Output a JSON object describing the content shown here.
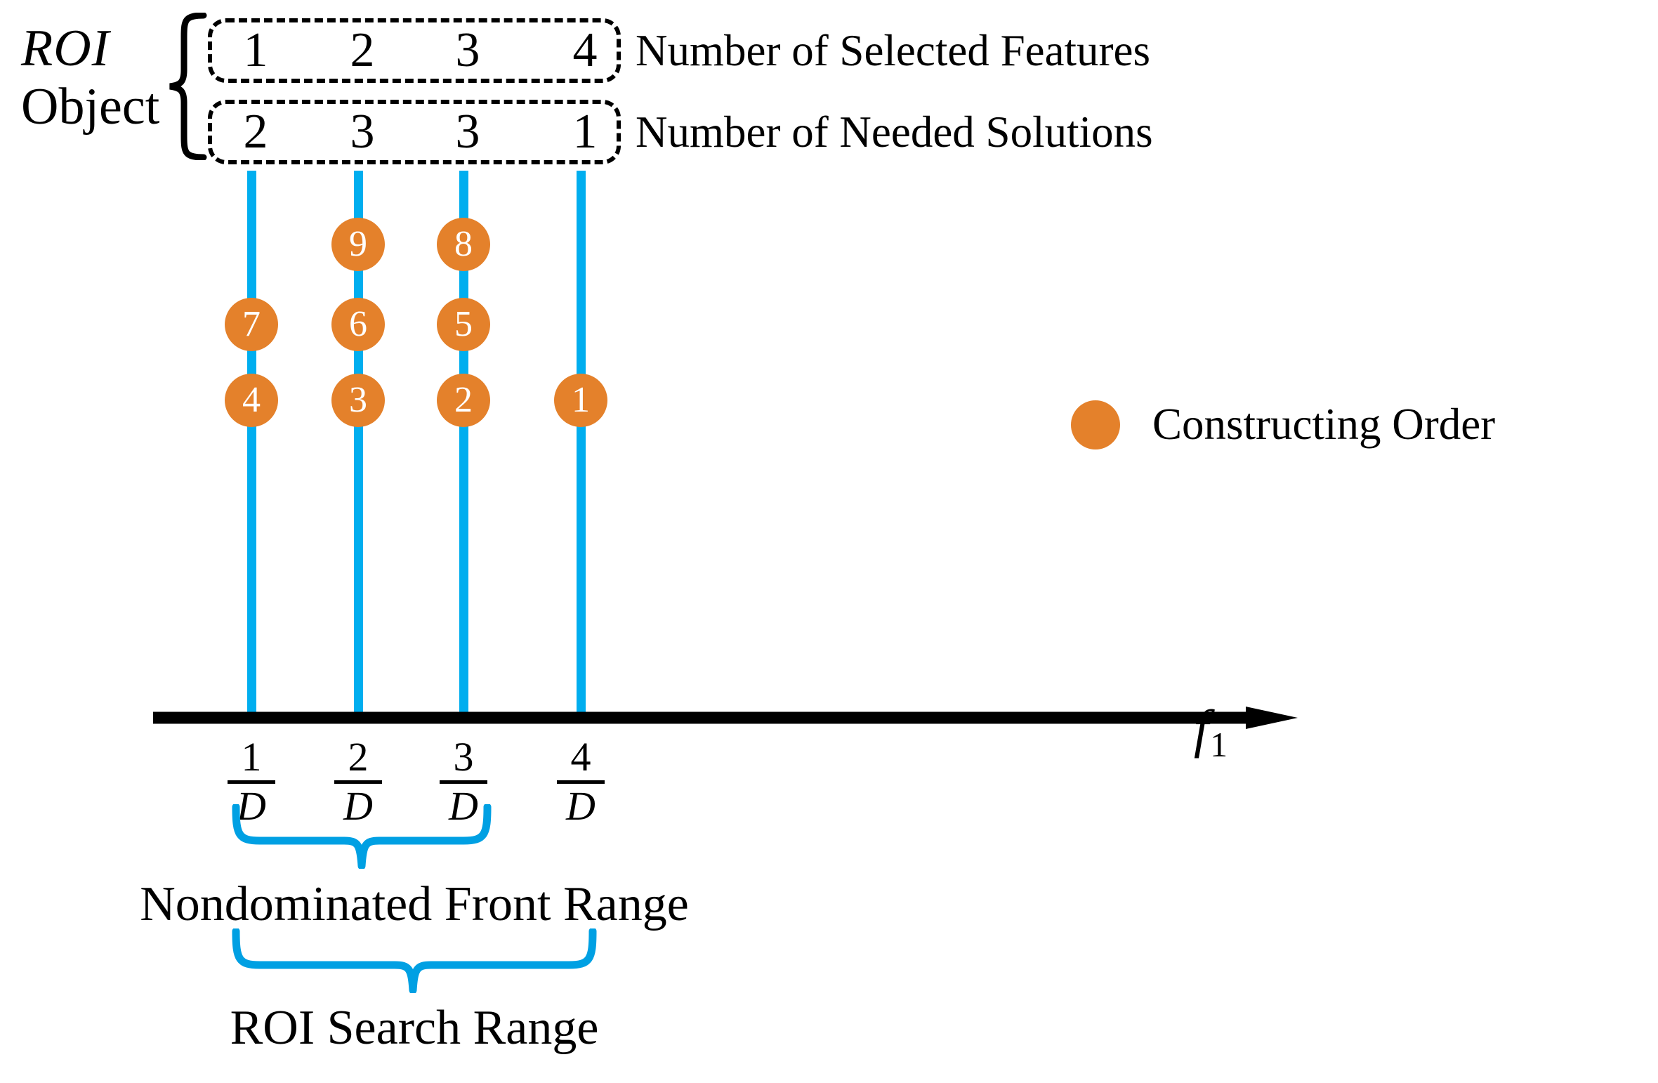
{
  "roi_object": {
    "line1": "ROI",
    "line2": "Object"
  },
  "rows": [
    {
      "id": "selected-features",
      "caption": "Number of Selected Features",
      "values": [
        "1",
        "2",
        "3",
        "4"
      ]
    },
    {
      "id": "needed-solutions",
      "caption": "Number of Needed Solutions",
      "values": [
        "2",
        "3",
        "3",
        "1"
      ]
    }
  ],
  "legend": {
    "label": "Constructing Order",
    "color": "#E4812B"
  },
  "axis": {
    "name": "f",
    "subscript": "1",
    "ticks": [
      {
        "numerator": "1",
        "denominator": "D"
      },
      {
        "numerator": "2",
        "denominator": "D"
      },
      {
        "numerator": "3",
        "denominator": "D"
      },
      {
        "numerator": "4",
        "denominator": "D"
      }
    ]
  },
  "braces": {
    "nondominated_front_range": "Nondominated Front Range",
    "roi_search_range": "ROI Search Range"
  },
  "colors": {
    "node": "#E4812B",
    "guide": "#00AEEF",
    "brace": "#00A0E3",
    "axis": "#000000"
  },
  "chart_data": {
    "type": "scatter",
    "title": "",
    "xlabel": "f1",
    "ylabel": "",
    "categories": [
      "1/D",
      "2/D",
      "3/D",
      "4/D"
    ],
    "selected_features": [
      1,
      2,
      3,
      4
    ],
    "needed_solutions": [
      2,
      3,
      3,
      1
    ],
    "series": [
      {
        "name": "Constructing Order",
        "column": "1/D",
        "values": [
          4,
          7
        ]
      },
      {
        "name": "Constructing Order",
        "column": "2/D",
        "values": [
          3,
          6,
          9
        ]
      },
      {
        "name": "Constructing Order",
        "column": "3/D",
        "values": [
          2,
          5,
          8
        ]
      },
      {
        "name": "Constructing Order",
        "column": "4/D",
        "values": [
          1
        ]
      }
    ],
    "nodes": [
      {
        "column": 1,
        "tick": "1/D",
        "level": 1,
        "order": "4"
      },
      {
        "column": 1,
        "tick": "1/D",
        "level": 2,
        "order": "7"
      },
      {
        "column": 2,
        "tick": "2/D",
        "level": 1,
        "order": "3"
      },
      {
        "column": 2,
        "tick": "2/D",
        "level": 2,
        "order": "6"
      },
      {
        "column": 2,
        "tick": "2/D",
        "level": 3,
        "order": "9"
      },
      {
        "column": 3,
        "tick": "3/D",
        "level": 1,
        "order": "2"
      },
      {
        "column": 3,
        "tick": "3/D",
        "level": 2,
        "order": "5"
      },
      {
        "column": 3,
        "tick": "3/D",
        "level": 3,
        "order": "8"
      },
      {
        "column": 4,
        "tick": "4/D",
        "level": 1,
        "order": "1"
      }
    ],
    "legend": "Constructing Order",
    "legend_position": "right",
    "grid": false,
    "annotations": [
      "Nondominated Front Range spans 1/D to 3/D",
      "ROI Search Range spans 1/D to 4/D"
    ]
  }
}
